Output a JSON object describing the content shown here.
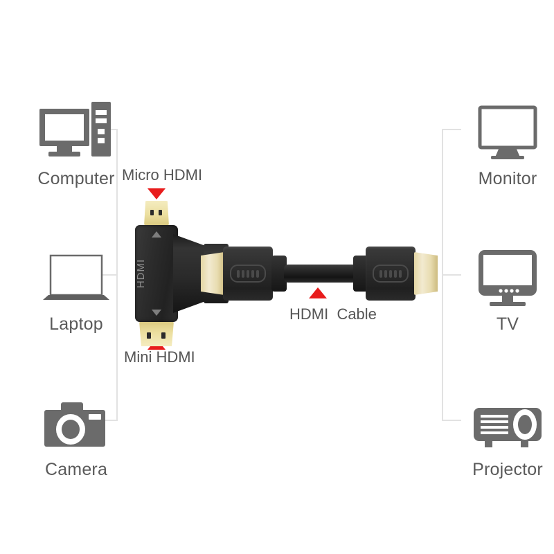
{
  "diagram": {
    "title": "HDMI adapter connectivity diagram",
    "accent_color": "#e81c1c",
    "icon_color": "#6b6b6b",
    "line_color": "#e2e2e2",
    "text_color": "#5a5a5a"
  },
  "sources": [
    {
      "label": "Computer",
      "icon": "desktop-computer-icon"
    },
    {
      "label": "Laptop",
      "icon": "laptop-icon"
    },
    {
      "label": "Camera",
      "icon": "camera-icon"
    }
  ],
  "outputs": [
    {
      "label": "Monitor",
      "icon": "monitor-icon"
    },
    {
      "label": "TV",
      "icon": "tv-icon"
    },
    {
      "label": "Projector",
      "icon": "projector-icon"
    }
  ],
  "product": {
    "body_text": "HDMI",
    "callouts": [
      {
        "label": "Micro HDMI",
        "marker": "red-triangle-down"
      },
      {
        "label": "Mini HDMI",
        "marker": "red-triangle-up"
      },
      {
        "label": "HDMI  Cable",
        "marker": "red-triangle-up"
      }
    ]
  }
}
